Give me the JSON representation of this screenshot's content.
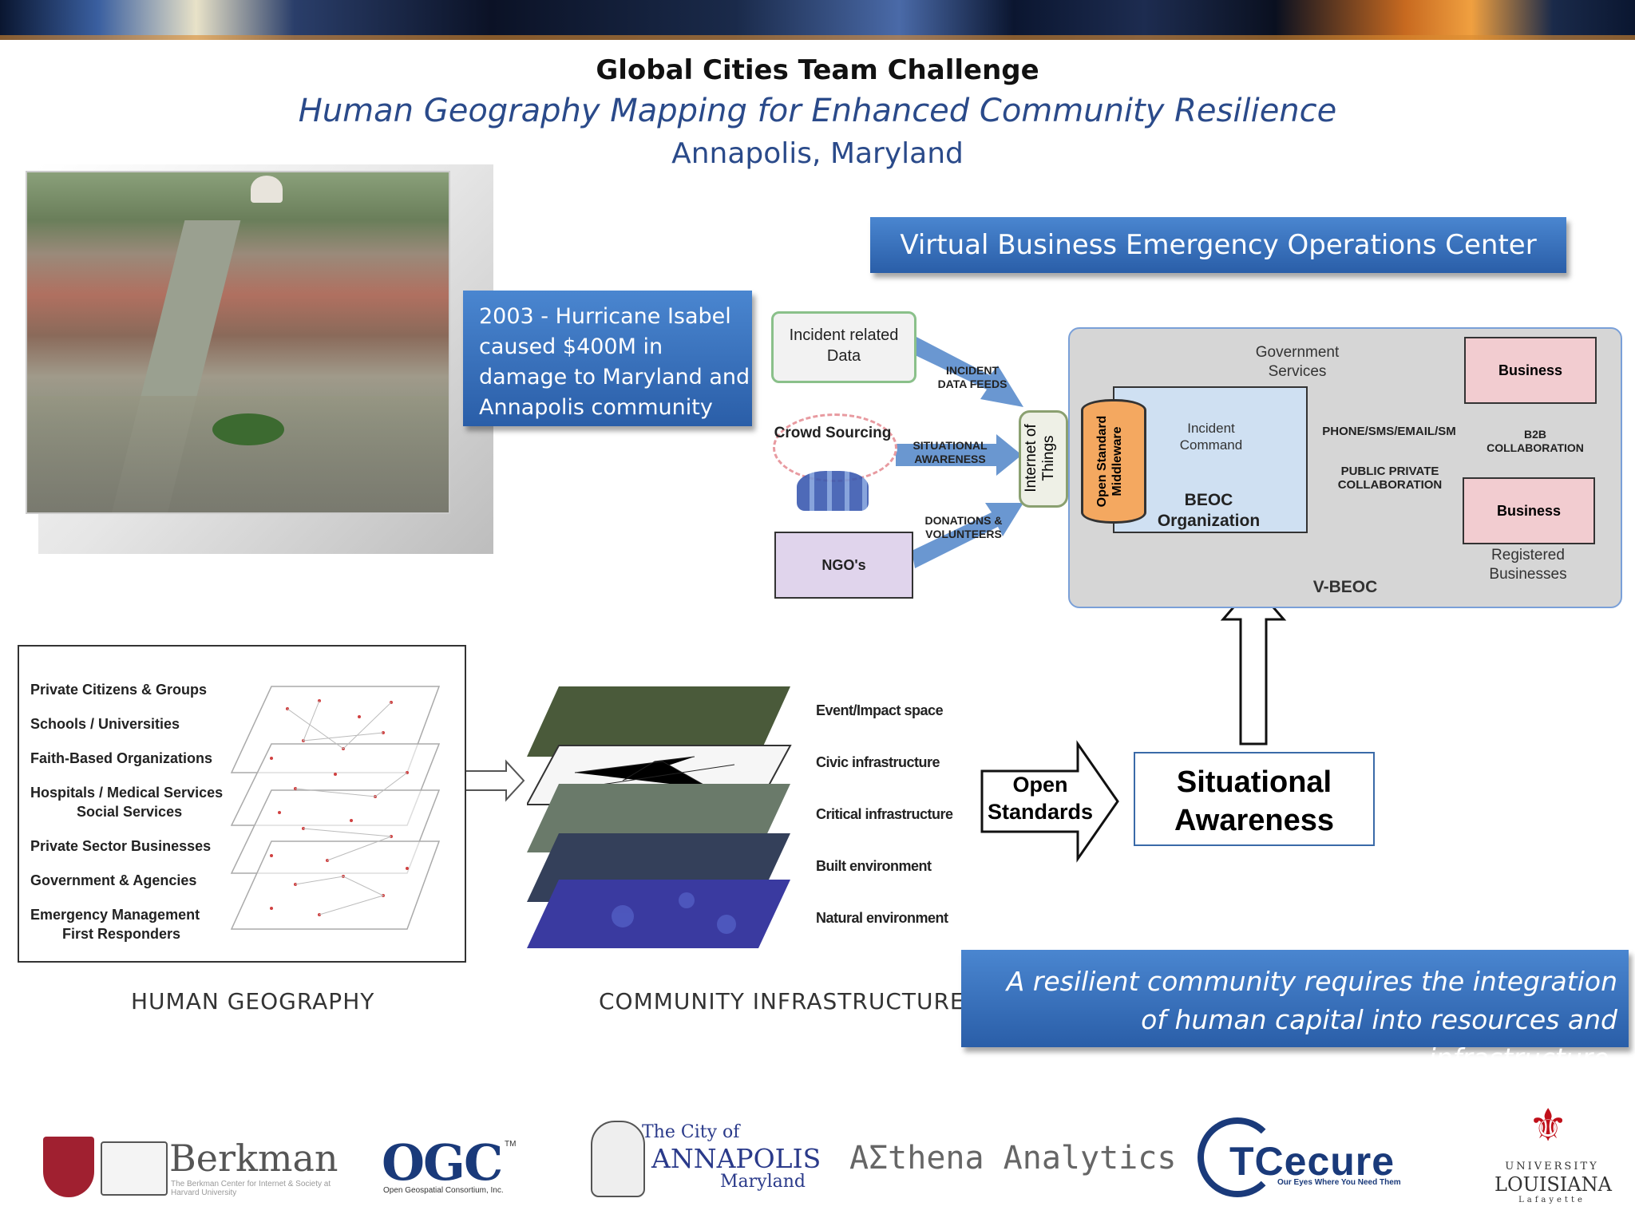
{
  "header": {
    "title": "Global Cities Team Challenge",
    "subtitle": "Human Geography Mapping for Enhanced Community Resilience",
    "location": "Annapolis, Maryland"
  },
  "hurricane_note": "2003 -  Hurricane Isabel caused $400M in damage to Maryland and Annapolis community",
  "vbeoc": {
    "title": "Virtual Business Emergency Operations Center",
    "sources": {
      "incident_data": "Incident related Data",
      "crowd_sourcing": "Crowd Sourcing",
      "ngos": "NGO's"
    },
    "feeds": {
      "incident_feeds": "INCIDENT DATA FEEDS",
      "situational": "SITUATIONAL AWARENESS",
      "donations": "DONATIONS & VOLUNTEERS"
    },
    "iot": "Internet of Things",
    "middleware": "Open Standard Middleware",
    "government_services": "Government Services",
    "incident_command": "Incident Command",
    "beoc_org": "BEOC Organization",
    "phone": "PHONE/SMS/EMAIL/SM",
    "public_private": "PUBLIC PRIVATE COLLABORATION",
    "business_top": "Business",
    "business_bottom": "Business",
    "b2b": "B2B COLLABORATION",
    "registered": "Registered Businesses",
    "panel_label": "V-BEOC"
  },
  "human_geography": {
    "items": [
      "Private Citizens & Groups",
      "Schools / Universities",
      "Faith-Based Organizations",
      "Hospitals / Medical Services",
      "Social Services",
      "Private Sector Businesses",
      "Government & Agencies",
      "Emergency Management",
      "First Responders"
    ],
    "caption": "HUMAN GEOGRAPHY"
  },
  "community_infrastructure": {
    "layers": [
      "Event/Impact space",
      "Civic infrastructure",
      "Critical infrastructure",
      "Built environment",
      "Natural environment"
    ],
    "caption": "COMMUNITY INFRASTRUCTURE"
  },
  "open_standards": "Open Standards",
  "situational_awareness": "Situational Awareness",
  "resilient_statement": "A resilient community requires the integration of human capital into resources  and infrastructure.",
  "logos": {
    "berkman": "Berkman",
    "berkman_sub": "The Berkman Center for Internet & Society at Harvard University",
    "ogc": "OGC",
    "ogc_tm": "TM",
    "ogc_sub": "Open Geospatial Consortium, Inc.",
    "annapolis_line1": "The City of",
    "annapolis_line2": "ANNAPOLIS",
    "annapolis_line3": "Maryland",
    "athena": "AΣthena Analytics",
    "tcecure": "TCecure",
    "tcecure_tag": "Our Eyes Where You Need Them",
    "ul_line1": "UNIVERSITY",
    "ul_line2": "LOUISIANA",
    "ul_line3": "Lafayette"
  }
}
